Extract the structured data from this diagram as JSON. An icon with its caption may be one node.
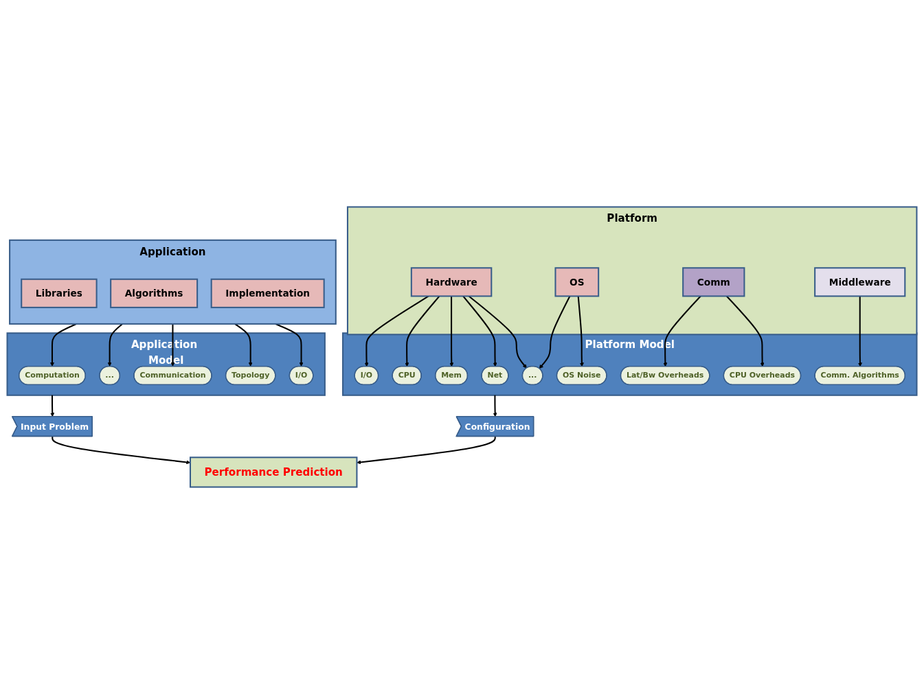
{
  "diagram": {
    "nodes": [
      {
        "text": [
          "Platform"
        ]
      },
      {
        "text": [
          "Hardware"
        ],
        "in": 0
      },
      {
        "text": [
          "OS"
        ],
        "in": 0
      },
      {
        "text": [
          "Comm"
        ],
        "in": 0
      },
      {
        "text": [
          "Middleware"
        ],
        "in": 0
      },
      {
        "text": [
          "Application"
        ]
      },
      {
        "text": [
          "Libraries"
        ],
        "in": 5
      },
      {
        "text": [
          "Algorithms"
        ],
        "in": 5
      },
      {
        "text": [
          "Implementation"
        ],
        "in": 5
      },
      {
        "text": [
          "Platform Model"
        ]
      },
      {
        "text": [
          "Net"
        ],
        "in": 9
      },
      {
        "text": [
          "..."
        ],
        "in": 9
      },
      {
        "text": [
          "CPU"
        ],
        "in": 9
      },
      {
        "text": [
          "Mem"
        ],
        "in": 9
      },
      {
        "text": [
          "Lat/Bw Overheads"
        ],
        "in": 9
      },
      {
        "text": [
          "I/O"
        ],
        "in": 9
      },
      {
        "text": [
          "OS Noise"
        ],
        "in": 9
      },
      {
        "text": [
          "Comm. Algorithms"
        ],
        "in": 9
      },
      {
        "text": [
          "CPU Overheads"
        ],
        "in": 9
      },
      {
        "text": [
          "Application Model"
        ]
      },
      {
        "text": [
          "Computation"
        ],
        "in": 19
      },
      {
        "text": [
          "Topology"
        ],
        "in": 19
      },
      {
        "text": [
          "..."
        ],
        "in": 19
      },
      {
        "text": [
          "Communication"
        ],
        "in": 19
      },
      {
        "text": [
          "I/O"
        ],
        "in": 19
      },
      {
        "text": [
          "Configuration"
        ]
      },
      {
        "text": [
          "Performance Prediction"
        ]
      },
      {
        "text": [
          "Input Problem"
        ]
      }
    ],
    "edges": [
      {
        "from": 1,
        "to": 15,
        "arrow": "to"
      },
      {
        "from": 1,
        "to": 12,
        "arrow": "to"
      },
      {
        "from": 1,
        "to": 13,
        "arrow": "to"
      },
      {
        "from": 1,
        "to": 10,
        "arrow": "to"
      },
      {
        "from": 1,
        "to": 11,
        "arrow": "to"
      },
      {
        "from": 2,
        "to": 11,
        "arrow": "to"
      },
      {
        "from": 2,
        "to": 16,
        "arrow": "to"
      },
      {
        "from": 3,
        "to": 14,
        "arrow": "to"
      },
      {
        "from": 3,
        "to": 18,
        "arrow": "to"
      },
      {
        "from": 4,
        "to": 17,
        "arrow": "to"
      },
      {
        "from": 5,
        "to": 20,
        "arrow": "to"
      },
      {
        "from": 5,
        "to": 22,
        "arrow": "to"
      },
      {
        "from": 5,
        "to": 23,
        "arrow": "to"
      },
      {
        "from": 5,
        "to": 21,
        "arrow": "to"
      },
      {
        "from": 5,
        "to": 24,
        "arrow": "to"
      },
      {
        "from": 9,
        "to": 25,
        "arrow": "to"
      },
      {
        "from": 19,
        "to": 27,
        "arrow": "to"
      },
      {
        "from": 25,
        "to": 26,
        "arrow": "to"
      },
      {
        "from": 27,
        "to": 26,
        "arrow": "to"
      }
    ]
  }
}
